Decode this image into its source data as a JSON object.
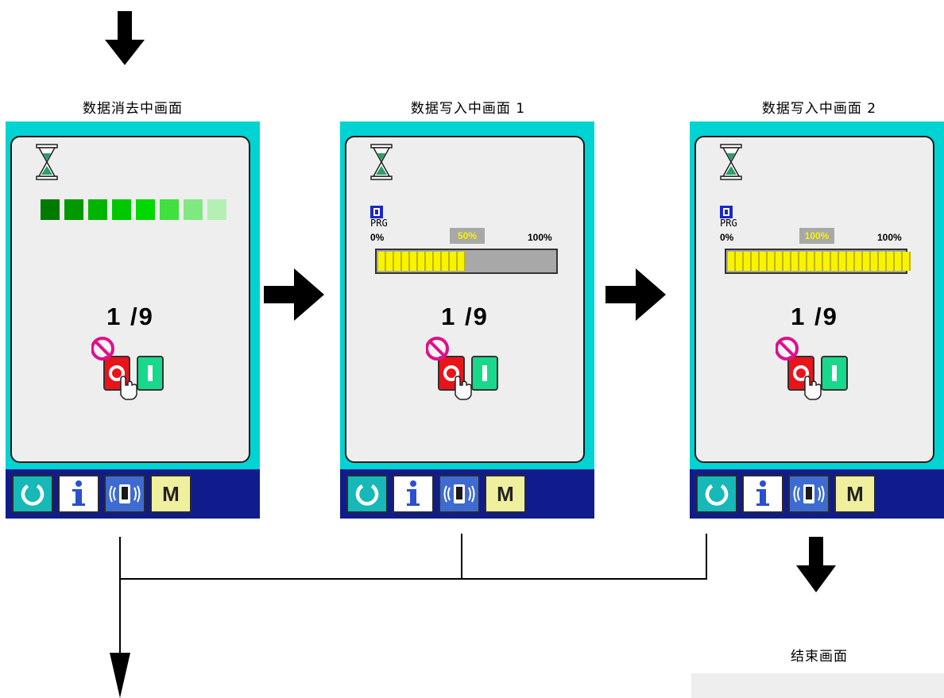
{
  "captions": {
    "erase": "数据消去中画面",
    "write1": "数据写入中画面 1",
    "write2": "数据写入中画面 2",
    "end": "结束画面"
  },
  "screens": {
    "erase": {
      "counter": "1 /9",
      "segment_colors": [
        "#007a00",
        "#009a00",
        "#00b400",
        "#00c800",
        "#00d800",
        "#40e040",
        "#80e880",
        "#b4f0b4"
      ]
    },
    "write1": {
      "prg_label": "PRG",
      "start_label": "0%",
      "current_label": "50%",
      "end_label": "100%",
      "progress": 0.5,
      "counter": "1 /9"
    },
    "write2": {
      "prg_label": "PRG",
      "start_label": "0%",
      "current_label": "100%",
      "end_label": "100%",
      "progress": 1.0,
      "counter": "1 /9"
    }
  },
  "footer": {
    "mode_label": "M"
  },
  "icons": [
    "hourglass-icon",
    "prohibited-icon",
    "stop-o-icon",
    "start-i-icon",
    "pointing-hand-icon",
    "reset-icon",
    "info-icon",
    "communication-icon",
    "mode-icon",
    "arrow-down-icon",
    "arrow-right-icon"
  ],
  "colors": {
    "panel": "#00d3d3",
    "footer": "#101c8c",
    "progress_fill": "#f7f400",
    "stop_red": "#e8141a",
    "start_green": "#18d88c"
  }
}
